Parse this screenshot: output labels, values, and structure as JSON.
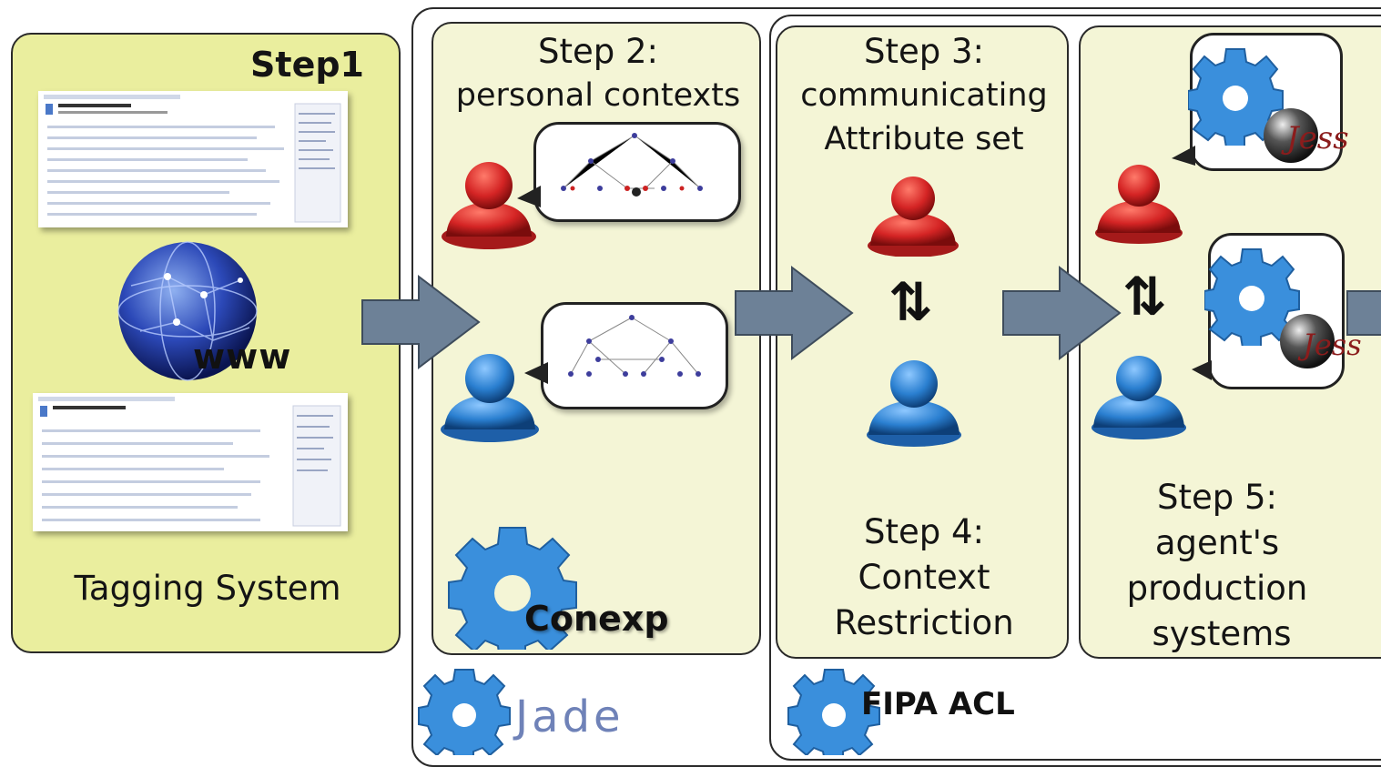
{
  "step1": {
    "title": "Step1",
    "caption": "Tagging System",
    "globe_text": "www"
  },
  "step2": {
    "title_line1": "Step 2:",
    "title_line2": "personal contexts",
    "tool_label": "Conexp"
  },
  "step3": {
    "title_line1": "Step 3:",
    "title_line2": "communicating",
    "title_line3": "Attribute set"
  },
  "step4": {
    "line1": "Step 4:",
    "line2": "Context",
    "line3": "Restriction"
  },
  "step5": {
    "line1": "Step 5:",
    "line2": "agent's",
    "line3": "production",
    "line4": "systems"
  },
  "jade_label": "Jade",
  "fipa_label": "FIPA ACL",
  "jess_label": "Jess",
  "exchange_symbol": "⇅",
  "colors": {
    "panel": "#f4f5d6",
    "step1_panel": "#eaee9e",
    "arrow": "#6d8197",
    "agent_red": "#d42424",
    "agent_blue": "#2a7fd0",
    "gear": "#3a8fdc"
  }
}
